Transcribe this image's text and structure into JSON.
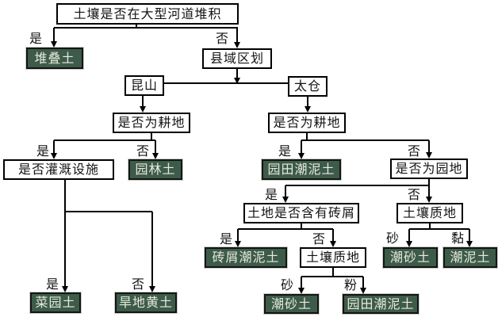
{
  "diagram": {
    "type": "decision-tree-flowchart",
    "topic": "soil classification",
    "colors": {
      "result_box_bg": "#3d5b49",
      "result_box_text": "#e7e9dd",
      "decision_box_bg": "#ffffff",
      "line_color": "#000000"
    },
    "nodes": {
      "root": "土壤是否在大型河道堆积",
      "county": "县域区划",
      "kunshan": "昆山",
      "taicang": "太仓",
      "ks_arable": "是否为耕地",
      "tc_arable": "是否为耕地",
      "irrigation": "是否灌溉设施",
      "garden": "是否为园地",
      "brick": "土地是否含有砖屑",
      "texture_right": "土壤质地",
      "texture_mid": "土壤质地",
      "duidie": "堆叠土",
      "yuanlin": "园林土",
      "yuantian_up": "园田潮泥土",
      "zhuanxie": "砖屑潮泥土",
      "chaosha_right": "潮砂土",
      "chaoni": "潮泥土",
      "caiyuan": "菜园土",
      "handi": "旱地黄土",
      "chaosha_mid": "潮砂土",
      "yuantian_low": "园田潮泥土"
    },
    "edge_labels": {
      "root_yes": "是",
      "root_no": "否",
      "ks_yes": "是",
      "ks_no": "否",
      "tc_yes": "是",
      "tc_no": "否",
      "garden_yes": "是",
      "garden_no": "否",
      "brick_yes": "是",
      "brick_no": "否",
      "tex_right_sand": "砂",
      "tex_right_clay": "黏",
      "tex_mid_sand": "砂",
      "tex_mid_silt": "粉",
      "irrig_yes": "是",
      "irrig_no": "否"
    }
  }
}
